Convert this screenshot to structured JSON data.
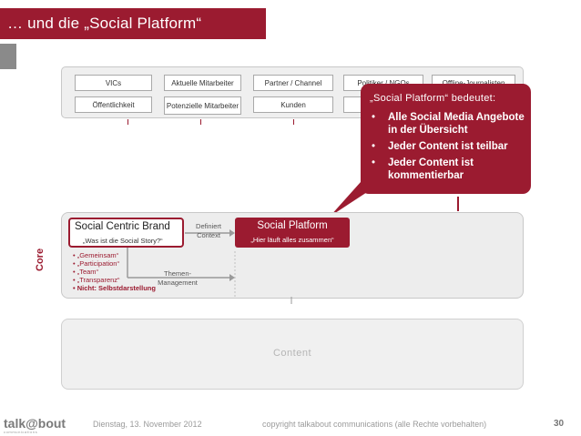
{
  "slide": {
    "title": "… und die „Social Platform“",
    "colors": {
      "accent": "#9b1b30",
      "panel": "#ededed"
    }
  },
  "stakeholders": {
    "row1": [
      "VICs",
      "Aktuelle Mitarbeiter",
      "Partner / Channel",
      "Politiker / NGOs",
      "Offline-Journalisten"
    ],
    "row2": [
      "Öffentlichkeit",
      "Potenzielle Mitarbeiter",
      "Kunden",
      "",
      ""
    ]
  },
  "callout": {
    "title": "„Social Platform“ bedeutet:",
    "bullets": [
      "Alle Social Media Angebote in der Übersicht",
      "Jeder Content ist teilbar",
      "Jeder Content ist kommentierbar"
    ]
  },
  "core": {
    "label": "Core",
    "brand": {
      "title": "Social Centric Brand",
      "subtitle": "„Was ist die Social Story?“"
    },
    "defines_context": "Definiert Context",
    "platform": {
      "title": "Social Platform",
      "subtitle": "„Hier läuft alles zusammen“"
    },
    "topic_management": "Themen-Management",
    "brand_values": [
      "• „Gemeinsam“",
      "• „Participation“",
      "• „Team“",
      "• „Transparenz“",
      "• Nicht: Selbstdarstellung"
    ]
  },
  "content": {
    "label": "Content"
  },
  "footer": {
    "logo": "talk@bout",
    "logo_sub": "communications",
    "date": "Dienstag, 13. November 2012",
    "copyright": "copyright talkabout communications (alle Rechte vorbehalten)",
    "page": "30"
  }
}
